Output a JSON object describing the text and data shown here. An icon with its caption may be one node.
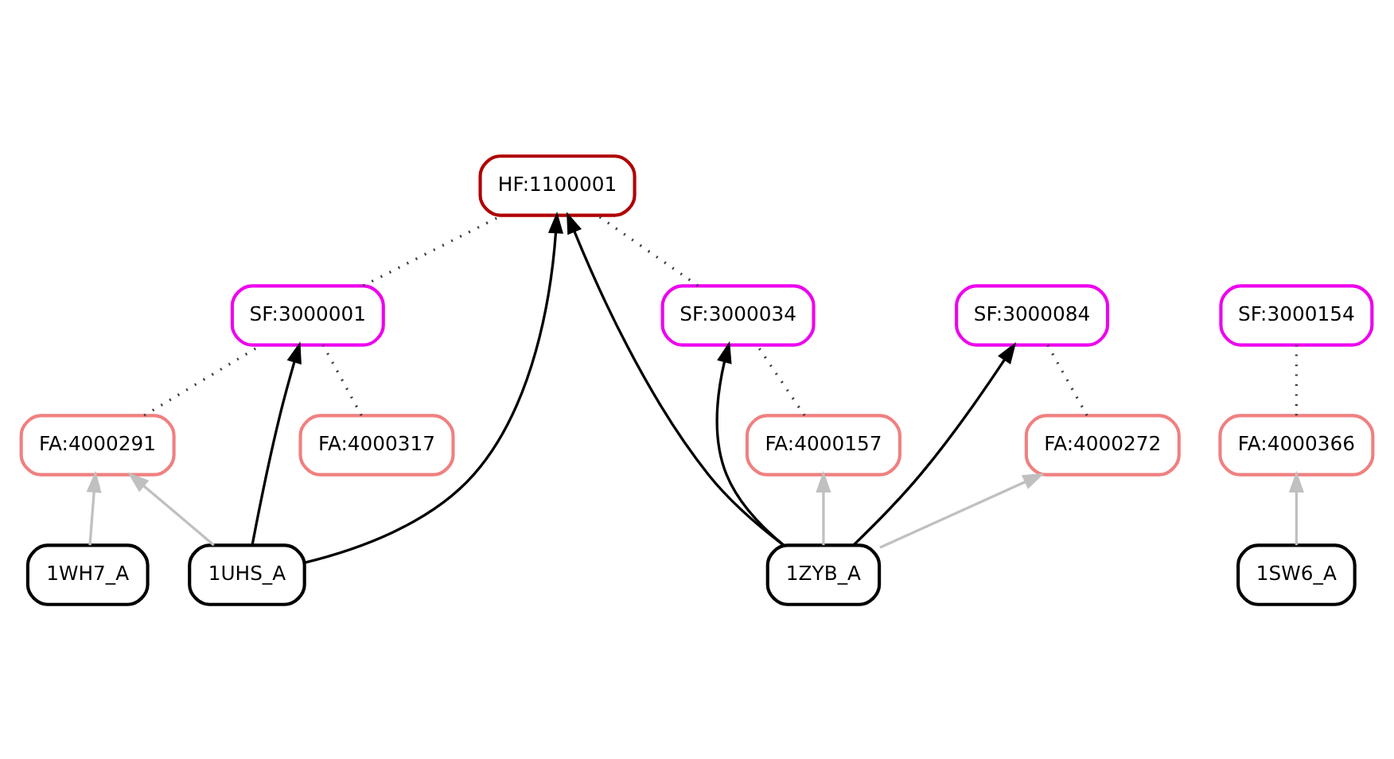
{
  "diagram": {
    "nodes": [
      {
        "text": [
          "HF:1100001"
        ]
      },
      {
        "text": [
          "SF:3000001"
        ]
      },
      {
        "text": [
          "SF:3000034"
        ]
      },
      {
        "text": [
          "SF:3000084"
        ]
      },
      {
        "text": [
          "SF:3000154"
        ]
      },
      {
        "text": [
          "FA:4000291"
        ]
      },
      {
        "text": [
          "FA:4000317"
        ]
      },
      {
        "text": [
          "FA:4000157"
        ]
      },
      {
        "text": [
          "FA:4000272"
        ]
      },
      {
        "text": [
          "FA:4000366"
        ]
      },
      {
        "text": [
          "1WH7_A"
        ]
      },
      {
        "text": [
          "1UHS_A"
        ]
      },
      {
        "text": [
          "1ZYB_A"
        ]
      },
      {
        "text": [
          "1SW6_A"
        ]
      }
    ],
    "edges": [
      {
        "from": 1,
        "to": 0,
        "arrow": "none",
        "style": "dashed",
        "color": "#404040"
      },
      {
        "from": 2,
        "to": 0,
        "arrow": "none",
        "style": "dashed",
        "color": "#404040"
      },
      {
        "from": 5,
        "to": 1,
        "arrow": "none",
        "style": "dashed",
        "color": "#404040"
      },
      {
        "from": 6,
        "to": 1,
        "arrow": "none",
        "style": "dashed",
        "color": "#404040"
      },
      {
        "from": 7,
        "to": 2,
        "arrow": "none",
        "style": "dashed",
        "color": "#404040"
      },
      {
        "from": 8,
        "to": 3,
        "arrow": "none",
        "style": "dashed",
        "color": "#404040"
      },
      {
        "from": 9,
        "to": 4,
        "arrow": "none",
        "style": "dashed",
        "color": "#404040"
      },
      {
        "from": 11,
        "to": 1,
        "arrow": "to"
      },
      {
        "from": 11,
        "to": 0,
        "arrow": "to"
      },
      {
        "from": 12,
        "to": 0,
        "arrow": "to"
      },
      {
        "from": 12,
        "to": 2,
        "arrow": "to"
      },
      {
        "from": 12,
        "to": 3,
        "arrow": "to"
      },
      {
        "from": 10,
        "to": 5,
        "arrow": "to",
        "color": "#c0c0c0"
      },
      {
        "from": 11,
        "to": 5,
        "arrow": "to",
        "color": "#c0c0c0"
      },
      {
        "from": 12,
        "to": 7,
        "arrow": "to",
        "color": "#c0c0c0"
      },
      {
        "from": 12,
        "to": 8,
        "arrow": "to",
        "color": "#c0c0c0"
      },
      {
        "from": 13,
        "to": 9,
        "arrow": "to",
        "color": "#c0c0c0"
      }
    ]
  }
}
